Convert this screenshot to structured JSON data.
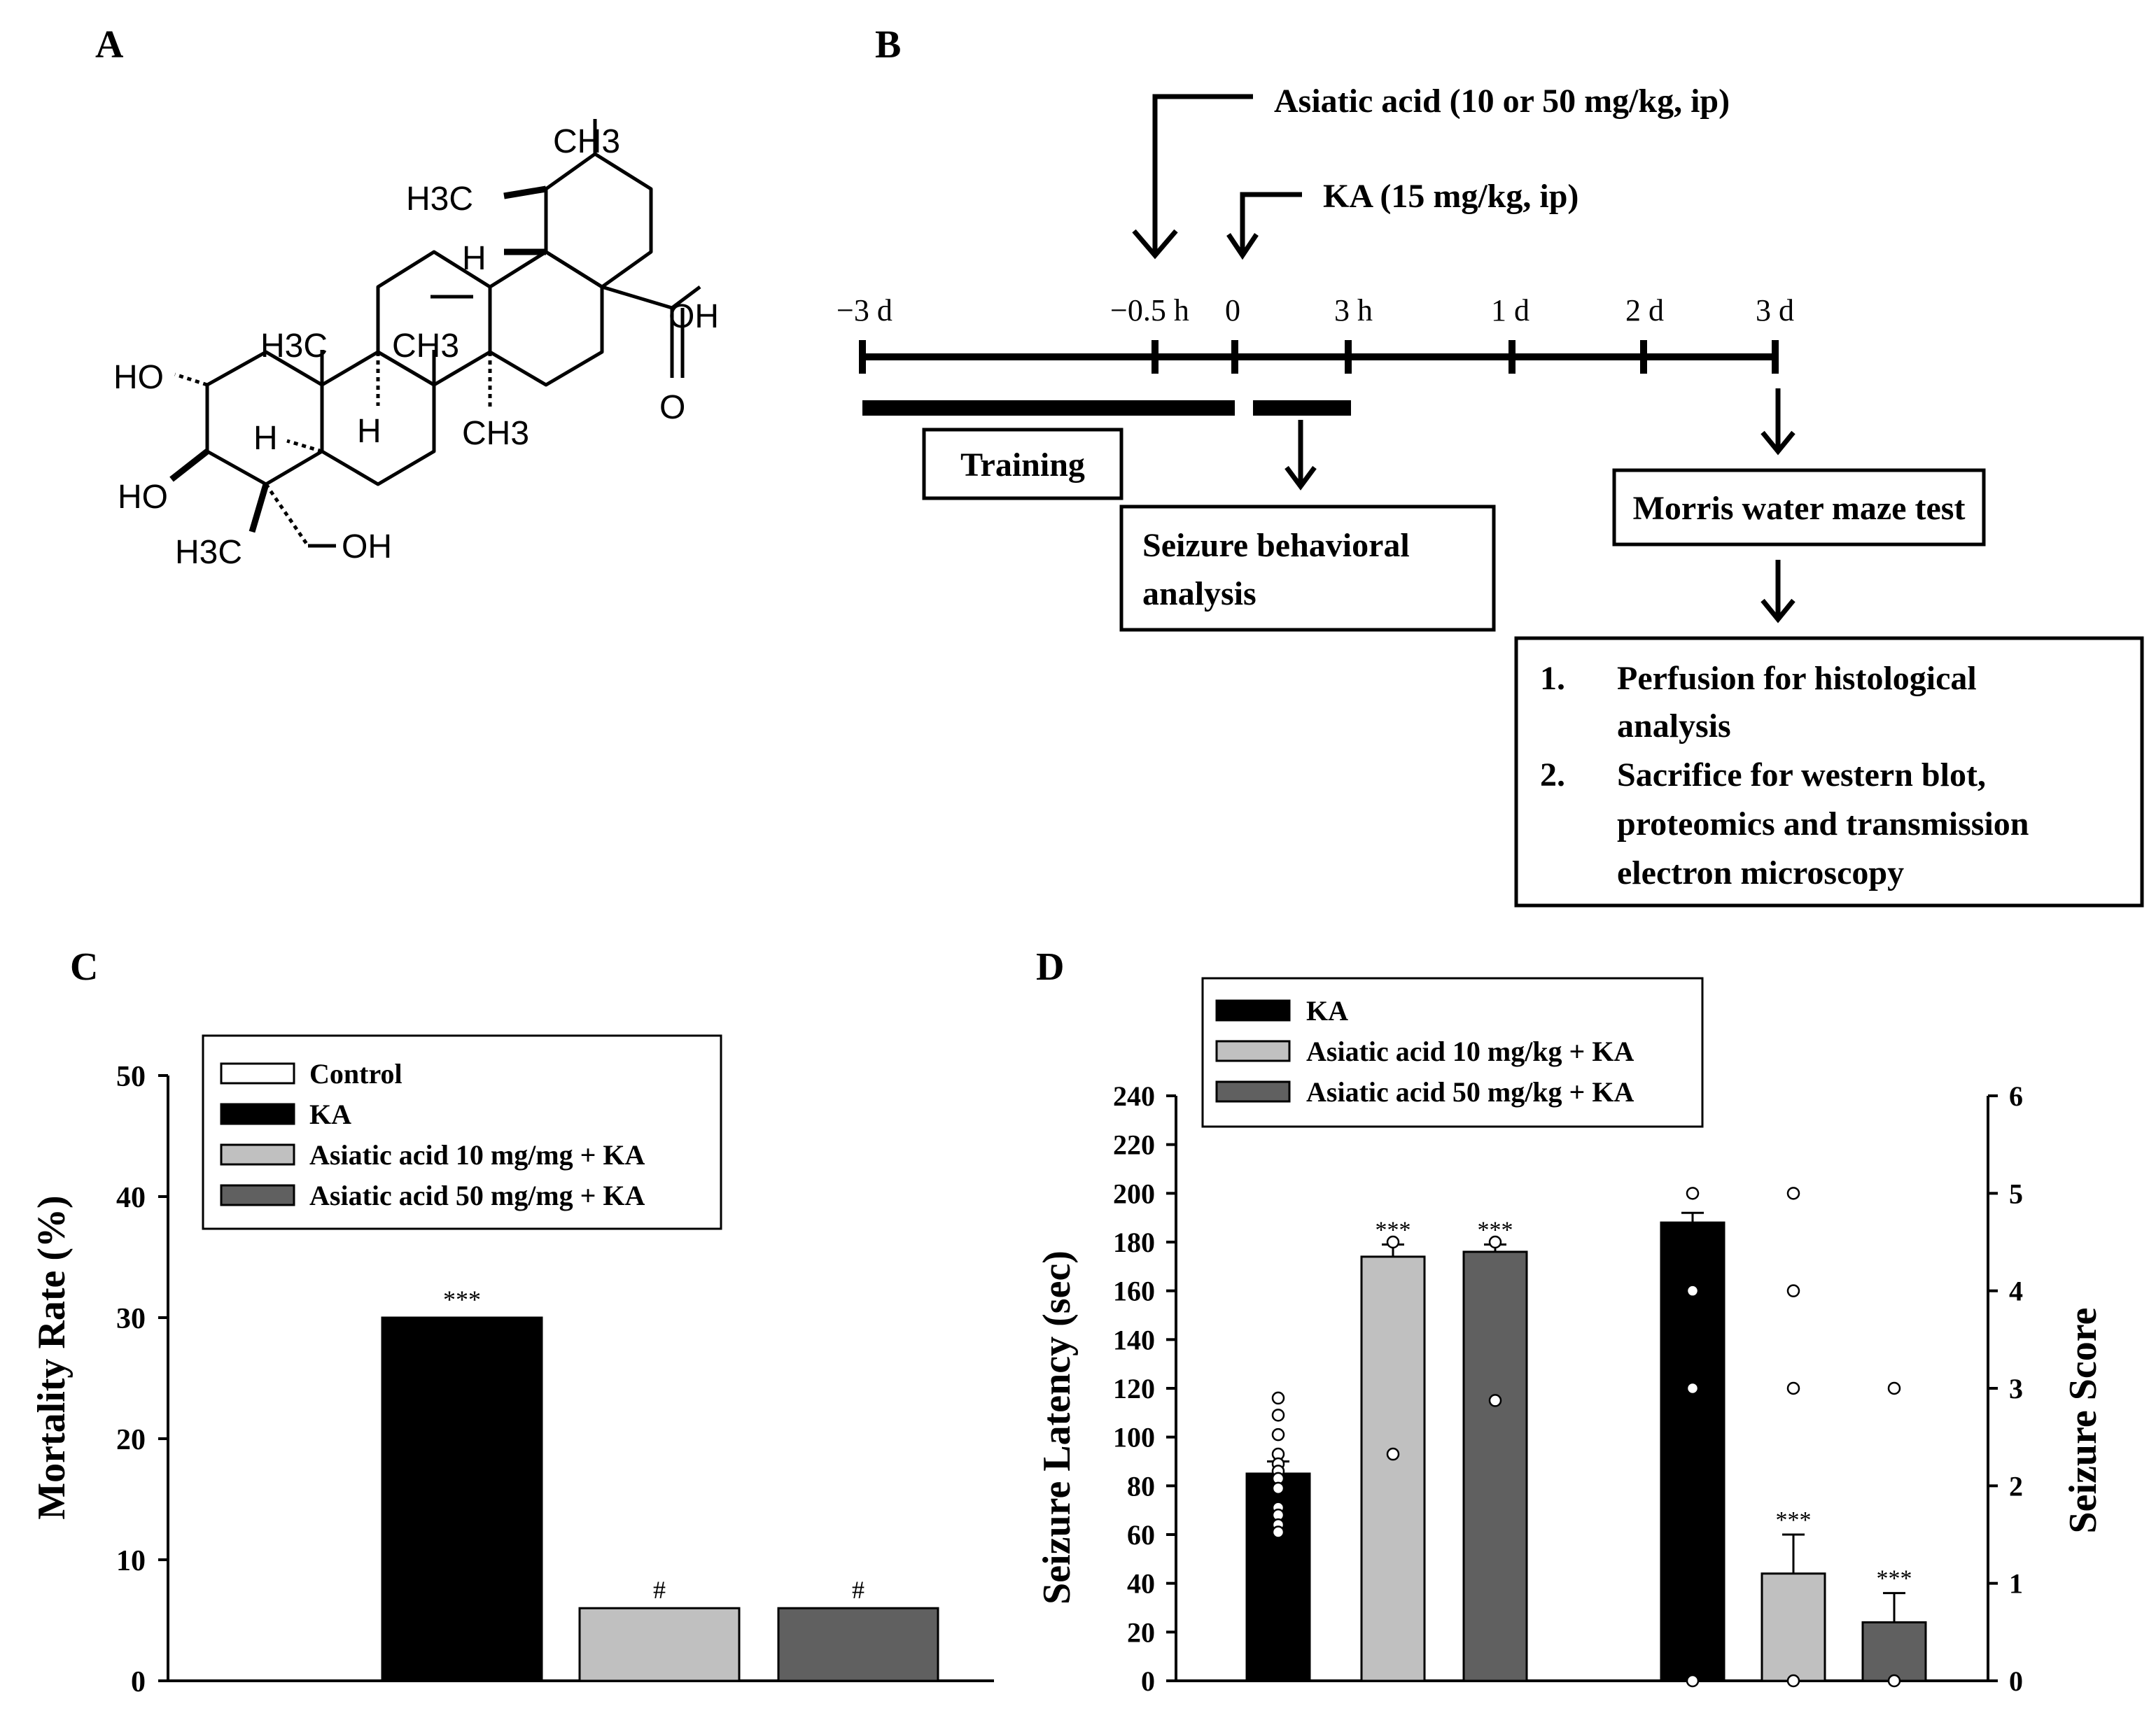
{
  "panel_labels": {
    "a": "A",
    "b": "B",
    "c": "C",
    "d": "D"
  },
  "structure": {
    "ch3_top": "CH3",
    "h3c_upper": "H3C",
    "h_upper": "H",
    "h3c_mid": "H3C",
    "ch3_mid": "CH3",
    "ho_upper": "HO",
    "h_ring": "H",
    "h_left": "H",
    "ch3_lower": "CH3",
    "ho_lower": "HO",
    "h3c_bottom": "H3C",
    "oh_bottom": "OH",
    "oh_acid": "OH",
    "o_acid": "O"
  },
  "timeline": {
    "drug_label": "Asiatic acid (10 or 50 mg/kg, ip)",
    "ka_label": "KA (15 mg/kg, ip)",
    "ticks": [
      "−3 d",
      "−0.5 h",
      "0",
      "3 h",
      "1 d",
      "2 d",
      "3 d"
    ],
    "training": "Training",
    "seizure_analysis": [
      "Seizure behavioral",
      "analysis"
    ],
    "morris": "Morris water maze test",
    "step_numbers": [
      "1.",
      "2."
    ],
    "step1_lines": [
      "Perfusion for histological",
      "analysis"
    ],
    "step2_lines": [
      "Sacrifice for western blot,",
      "proteomics and transmission",
      "electron microscopy"
    ]
  },
  "colors": {
    "control": "#ffffff",
    "ka": "#000000",
    "aa10": "#c0c0c0",
    "aa50": "#606060"
  },
  "chart_data": [
    {
      "type": "bar",
      "panel": "C",
      "categories": [
        "Control",
        "KA",
        "Asiatic acid 10 mg/mg + KA",
        "Asiatic acid 50 mg/mg + KA"
      ],
      "values": [
        0,
        30,
        6,
        6
      ],
      "annotations": [
        "",
        "***",
        "#",
        "#"
      ],
      "ylabel": "Mortality Rate (%)",
      "ylim": [
        0,
        50
      ],
      "yticks": [
        "0",
        "10",
        "20",
        "30",
        "40",
        "50"
      ],
      "legend": [
        "Control",
        "KA",
        "Asiatic acid 10 mg/mg + KA",
        "Asiatic acid 50 mg/mg + KA"
      ],
      "legend_placement": "top-right"
    },
    {
      "type": "bar",
      "panel": "D",
      "legend": [
        "KA",
        "Asiatic acid 10 mg/kg + KA",
        "Asiatic acid 50 mg/kg + KA"
      ],
      "legend_placement": "top-left",
      "ylabel_left": "Seizure Latency (sec)",
      "ylim_left": [
        0,
        240
      ],
      "yticks_left": [
        "0",
        "20",
        "40",
        "60",
        "80",
        "100",
        "120",
        "140",
        "160",
        "180",
        "200",
        "220",
        "240"
      ],
      "ylabel_right": "Seizure Score",
      "ylim_right": [
        0,
        6
      ],
      "yticks_right": [
        "0",
        "1",
        "2",
        "3",
        "4",
        "5",
        "6"
      ],
      "latency": {
        "values": [
          85,
          174,
          176
        ],
        "errors": [
          5,
          5,
          3
        ],
        "annotations": [
          "",
          "***",
          "***"
        ],
        "points": [
          [
            116,
            109,
            101,
            93,
            89,
            86,
            83,
            79,
            71,
            68,
            64,
            61
          ],
          [
            180,
            93
          ],
          [
            180,
            115
          ]
        ]
      },
      "score": {
        "values": [
          4.7,
          1.1,
          0.6
        ],
        "errors": [
          0.1,
          0.4,
          0.3
        ],
        "annotations": [
          "",
          "***",
          "***"
        ],
        "points": [
          [
            5,
            4,
            3,
            0
          ],
          [
            5,
            4,
            3,
            0
          ],
          [
            3,
            0
          ]
        ]
      }
    }
  ]
}
